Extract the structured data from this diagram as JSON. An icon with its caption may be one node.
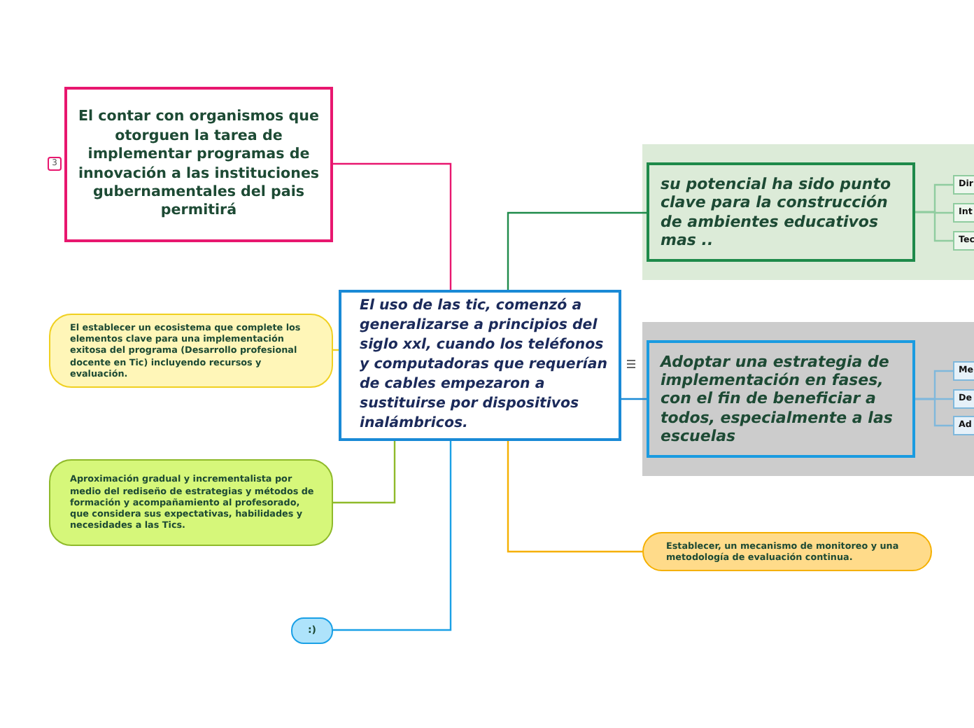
{
  "diagram": {
    "nodes": [
      {
        "text": [
          "El uso de las tic, comenzó a generalizarse a principios del siglo xxl, cuando los teléfonos y computadoras que requerían de cables empezaron a sustituirse por dispositivos inalámbricos."
        ]
      },
      {
        "text": [
          "El contar con organismos que otorguen la tarea de implementar programas de innovación a las instituciones gubernamentales del pais permitirá"
        ]
      },
      {
        "text": [
          "El establecer un ecosistema que complete los elementos clave para una implementación exitosa del programa (Desarrollo profesional docente en Tic) incluyendo recursos y evaluación."
        ]
      },
      {
        "text": [
          "Aproximación gradual y incrementalista por medio del  rediseño de estrategias y métodos de formación y acompañamiento al profesorado, que considera sus expectativas, habilidades y necesidades a las Tics."
        ]
      },
      {
        "text": [
          ":)"
        ]
      },
      {
        "text": [
          "su potencial ha sido punto clave para la construcción de ambientes educativos mas .."
        ]
      },
      {
        "text": [
          "Dir"
        ]
      },
      {
        "text": [
          "Int"
        ]
      },
      {
        "text": [
          "Tec"
        ]
      },
      {
        "text": [
          "Adoptar una estrategia de implementación en fases, con el fin de beneficiar a todos, especialmente a las escuelas"
        ]
      },
      {
        "text": [
          "Me"
        ]
      },
      {
        "text": [
          "De"
        ]
      },
      {
        "text": [
          "Ad"
        ]
      },
      {
        "text": [
          "Establecer, un mecanismo de monitoreo y una metodología de evaluación continua."
        ]
      }
    ],
    "edges": [
      {
        "from": 0,
        "to": 1,
        "arrow": "none",
        "color": "#e8176f"
      },
      {
        "from": 0,
        "to": 2,
        "arrow": "none",
        "color": "#f0d020"
      },
      {
        "from": 0,
        "to": 3,
        "arrow": "none",
        "color": "#8fba2a"
      },
      {
        "from": 0,
        "to": 4,
        "arrow": "none",
        "color": "#1aa0e6"
      },
      {
        "from": 0,
        "to": 5,
        "arrow": "none",
        "color": "#1e8a4a"
      },
      {
        "from": 0,
        "to": 9,
        "arrow": "none",
        "color": "#1a8ad6"
      },
      {
        "from": 0,
        "to": 13,
        "arrow": "none",
        "color": "#f5b000"
      },
      {
        "from": 5,
        "to": 6,
        "arrow": "none",
        "color": "#8fcc9f"
      },
      {
        "from": 5,
        "to": 7,
        "arrow": "none",
        "color": "#8fcc9f"
      },
      {
        "from": 5,
        "to": 8,
        "arrow": "none",
        "color": "#8fcc9f"
      },
      {
        "from": 9,
        "to": 10,
        "arrow": "none",
        "color": "#7fb8dc"
      },
      {
        "from": 9,
        "to": 11,
        "arrow": "none",
        "color": "#7fb8dc"
      },
      {
        "from": 9,
        "to": 12,
        "arrow": "none",
        "color": "#7fb8dc"
      }
    ],
    "labels": [
      "3"
    ]
  }
}
